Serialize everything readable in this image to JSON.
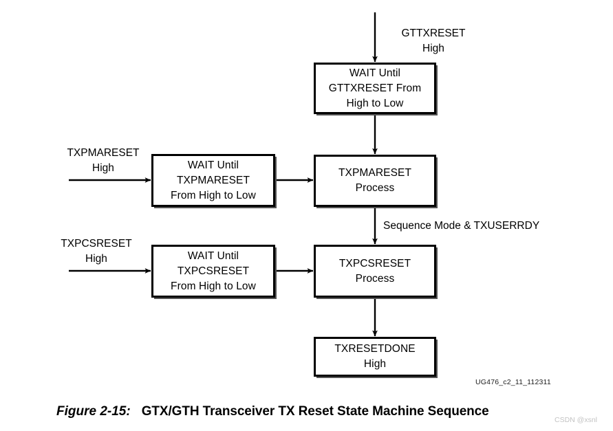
{
  "figure": {
    "number": "Figure 2-15:",
    "title": "GTX/GTH Transceiver TX Reset State Machine Sequence",
    "revision_code": "UG476_c2_11_112311",
    "watermark": "CSDN @xsnl"
  },
  "nodes": {
    "wait_gttxreset": {
      "line1": "WAIT Until",
      "line2": "GTTXRESET From",
      "line3": "High to Low"
    },
    "wait_txpmareset": {
      "line1": "WAIT Until",
      "line2": "TXPMARESET",
      "line3": "From High to Low"
    },
    "txpmareset_process": {
      "line1": "TXPMARESET",
      "line2": "Process"
    },
    "wait_txpcsreset": {
      "line1": "WAIT Until",
      "line2": "TXPCSRESET",
      "line3": "From High to Low"
    },
    "txpcsreset_process": {
      "line1": "TXPCSRESET",
      "line2": "Process"
    },
    "txresetdone": {
      "line1": "TXRESETDONE",
      "line2": "High"
    }
  },
  "edge_labels": {
    "gttxreset_input": {
      "line1": "GTTXRESET",
      "line2": "High"
    },
    "txpmareset_input": {
      "line1": "TXPMARESET",
      "line2": "High"
    },
    "txpcsreset_input": {
      "line1": "TXPCSRESET",
      "line2": "High"
    },
    "sequence_condition": "Sequence Mode & TXUSERRDY"
  },
  "colors": {
    "stroke": "#000000",
    "background": "#ffffff",
    "watermark": "#c3c3c3"
  }
}
